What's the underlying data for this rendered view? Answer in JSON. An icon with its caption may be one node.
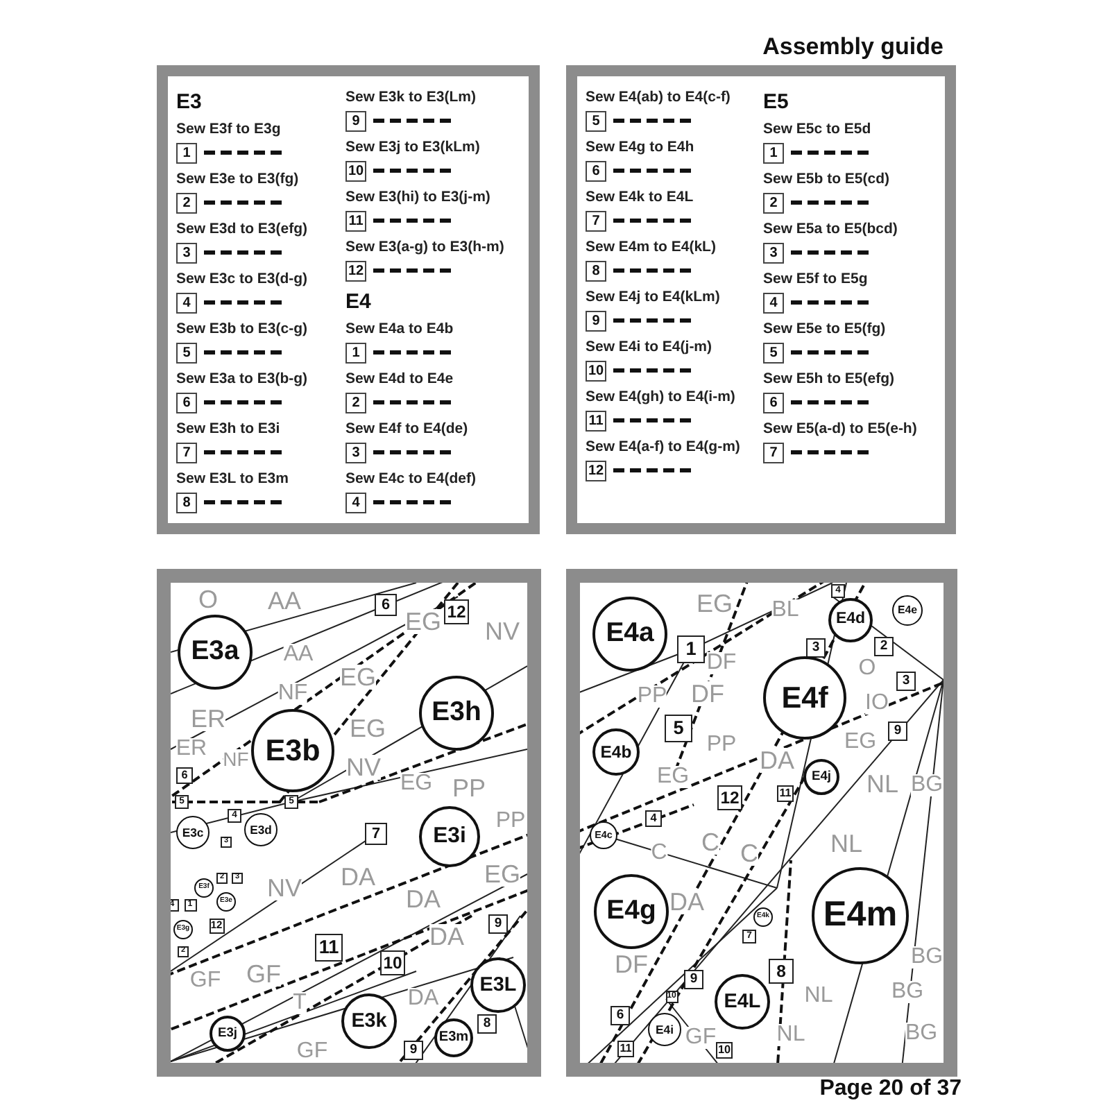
{
  "diagram": {
    "title": "Assembly guide",
    "nodes": [
      {
        "text": [],
        "shape": "box"
      },
      {
        "text": [
          "E3"
        ],
        "in": 0
      },
      {
        "text": [
          "1"
        ],
        "beside": [
          "Sew E3f to E3g"
        ],
        "in": 0
      },
      {
        "text": [
          "2"
        ],
        "beside": [
          "Sew E3e to E3(fg)"
        ],
        "in": 0
      },
      {
        "text": [
          "3"
        ],
        "beside": [
          "Sew E3d to E3(efg)"
        ],
        "in": 0
      },
      {
        "text": [
          "4"
        ],
        "beside": [
          "Sew E3c to E3(d-g)"
        ],
        "in": 0
      },
      {
        "text": [
          "5"
        ],
        "beside": [
          "Sew E3b to E3(c-g)"
        ],
        "in": 0
      },
      {
        "text": [
          "6"
        ],
        "beside": [
          "Sew E3a to E3(b-g)"
        ],
        "in": 0
      },
      {
        "text": [
          "7"
        ],
        "beside": [
          "Sew E3h to E3i"
        ],
        "in": 0
      },
      {
        "text": [
          "8"
        ],
        "beside": [
          "Sew E3L to E3m"
        ],
        "in": 0
      },
      {
        "text": [
          "9"
        ],
        "beside": [
          "Sew E3k to E3(Lm)"
        ],
        "in": 0
      },
      {
        "text": [
          "10"
        ],
        "beside": [
          "Sew E3j to E3(kLm)"
        ],
        "in": 0
      },
      {
        "text": [
          "11"
        ],
        "beside": [
          "Sew E3(hi) to E3(j-m)"
        ],
        "in": 0
      },
      {
        "text": [
          "12"
        ],
        "beside": [
          "Sew E3(a-g) to E3(h-m)"
        ],
        "in": 0
      },
      {
        "text": [
          "E4"
        ],
        "in": 0
      },
      {
        "text": [
          "1"
        ],
        "beside": [
          "Sew E4a to E4b"
        ],
        "in": 0
      },
      {
        "text": [
          "2"
        ],
        "beside": [
          "Sew E4d to E4e"
        ],
        "in": 0
      },
      {
        "text": [
          "3"
        ],
        "beside": [
          "Sew E4f to E4(de)"
        ],
        "in": 0
      },
      {
        "text": [
          "4"
        ],
        "beside": [
          "Sew E4c to E4(def)"
        ],
        "in": 0
      },
      {
        "text": [],
        "shape": "box"
      },
      {
        "text": [
          "5"
        ],
        "beside": [
          "Sew E4(ab) to E4(c-f)"
        ],
        "in": 19
      },
      {
        "text": [
          "6"
        ],
        "beside": [
          "Sew E4g to E4h"
        ],
        "in": 19
      },
      {
        "text": [
          "7"
        ],
        "beside": [
          "Sew E4k to E4L"
        ],
        "in": 19
      },
      {
        "text": [
          "8"
        ],
        "beside": [
          "Sew E4m to E4(kL)"
        ],
        "in": 19
      },
      {
        "text": [
          "9"
        ],
        "beside": [
          "Sew E4j to E4(kLm)"
        ],
        "in": 19
      },
      {
        "text": [
          "10"
        ],
        "beside": [
          "Sew E4i to E4(j-m)"
        ],
        "in": 19
      },
      {
        "text": [
          "11"
        ],
        "beside": [
          "Sew E4(gh) to E4(i-m)"
        ],
        "in": 19
      },
      {
        "text": [
          "12"
        ],
        "beside": [
          "Sew E4(a-f) to E4(g-m)"
        ],
        "in": 19
      },
      {
        "text": [
          "E5"
        ],
        "in": 19
      },
      {
        "text": [
          "1"
        ],
        "beside": [
          "Sew E5c to E5d"
        ],
        "in": 19
      },
      {
        "text": [
          "2"
        ],
        "beside": [
          "Sew E5b to E5(cd)"
        ],
        "in": 19
      },
      {
        "text": [
          "3"
        ],
        "beside": [
          "Sew E5a to E5(bcd)"
        ],
        "in": 19
      },
      {
        "text": [
          "4"
        ],
        "beside": [
          "Sew E5f to E5g"
        ],
        "in": 19
      },
      {
        "text": [
          "5"
        ],
        "beside": [
          "Sew E5e to E5(fg)"
        ],
        "in": 19
      },
      {
        "text": [
          "6"
        ],
        "beside": [
          "Sew E5h to E5(efg)"
        ],
        "in": 19
      },
      {
        "text": [
          "7"
        ],
        "beside": [
          "Sew E5(a-d) to E5(e-h)"
        ],
        "in": 19
      },
      {
        "text": [],
        "shape": "box"
      },
      {
        "text": [
          "6"
        ],
        "in": 36
      },
      {
        "text": [
          "12"
        ],
        "in": 36
      },
      {
        "text": [
          "E3a"
        ],
        "in": 36
      },
      {
        "text": [
          "E3h"
        ],
        "in": 36
      },
      {
        "text": [
          "E3b"
        ],
        "in": 36
      },
      {
        "text": [
          "6"
        ],
        "in": 36
      },
      {
        "text": [
          "5"
        ],
        "in": 36
      },
      {
        "text": [
          "5"
        ],
        "in": 36
      },
      {
        "text": [
          "4"
        ],
        "in": 36
      },
      {
        "text": [
          "E3d"
        ],
        "in": 36
      },
      {
        "text": [
          "E3c"
        ],
        "in": 36
      },
      {
        "text": [
          "7"
        ],
        "in": 36
      },
      {
        "text": [
          "E3i"
        ],
        "in": 36
      },
      {
        "text": [
          "3"
        ],
        "in": 36
      },
      {
        "text": [
          "2"
        ],
        "in": 36
      },
      {
        "text": [
          "3"
        ],
        "in": 36
      },
      {
        "text": [
          "E3f"
        ],
        "in": 36
      },
      {
        "text": [
          "E3e"
        ],
        "in": 36
      },
      {
        "text": [
          "4"
        ],
        "in": 36
      },
      {
        "text": [
          "1"
        ],
        "in": 36
      },
      {
        "text": [
          "9"
        ],
        "in": 36
      },
      {
        "text": [
          "12"
        ],
        "in": 36
      },
      {
        "text": [
          "E3g"
        ],
        "in": 36
      },
      {
        "text": [
          "2"
        ],
        "in": 36
      },
      {
        "text": [
          "11"
        ],
        "in": 36
      },
      {
        "text": [
          "10"
        ],
        "in": 36
      },
      {
        "text": [
          "E3L"
        ],
        "in": 36
      },
      {
        "text": [
          "E3k"
        ],
        "in": 36
      },
      {
        "text": [
          "8"
        ],
        "in": 36
      },
      {
        "text": [
          "E3j"
        ],
        "in": 36
      },
      {
        "text": [
          "E3m"
        ],
        "in": 36
      },
      {
        "text": [
          "9"
        ],
        "in": 36
      },
      {
        "text": [],
        "shape": "box"
      },
      {
        "text": [
          "4"
        ],
        "in": 69
      },
      {
        "text": [
          "E4e"
        ],
        "in": 69
      },
      {
        "text": [
          "E4d"
        ],
        "in": 69
      },
      {
        "text": [
          "E4a"
        ],
        "in": 69
      },
      {
        "text": [
          "3"
        ],
        "in": 69
      },
      {
        "text": [
          "2"
        ],
        "in": 69
      },
      {
        "text": [
          "1"
        ],
        "in": 69
      },
      {
        "text": [
          "3"
        ],
        "in": 69
      },
      {
        "text": [
          "E4f"
        ],
        "in": 69
      },
      {
        "text": [
          "5"
        ],
        "in": 69
      },
      {
        "text": [
          "9"
        ],
        "in": 69
      },
      {
        "text": [
          "E4b"
        ],
        "in": 69
      },
      {
        "text": [
          "E4j"
        ],
        "in": 69
      },
      {
        "text": [
          "11"
        ],
        "in": 69
      },
      {
        "text": [
          "12"
        ],
        "in": 69
      },
      {
        "text": [
          "4"
        ],
        "in": 69
      },
      {
        "text": [
          "E4c"
        ],
        "in": 69
      },
      {
        "text": [
          "E4g"
        ],
        "in": 69
      },
      {
        "text": [
          "E4m"
        ],
        "in": 69
      },
      {
        "text": [
          "E4k"
        ],
        "in": 69
      },
      {
        "text": [
          "7"
        ],
        "in": 69
      },
      {
        "text": [
          "8"
        ],
        "in": 69
      },
      {
        "text": [
          "9"
        ],
        "in": 69
      },
      {
        "text": [
          "10"
        ],
        "in": 69
      },
      {
        "text": [
          "E4L"
        ],
        "in": 69
      },
      {
        "text": [
          "6"
        ],
        "in": 69
      },
      {
        "text": [
          "E4i"
        ],
        "in": 69
      },
      {
        "text": [
          "11"
        ],
        "in": 69
      },
      {
        "text": [
          "10"
        ],
        "in": 69
      }
    ],
    "labels": [
      "Page 20 of 37",
      "O",
      "AA",
      "AA",
      "EG",
      "ER",
      "ER",
      "NF",
      "EG",
      "EG",
      "NV",
      "NF",
      "NV",
      "EG",
      "PP",
      "PP",
      "NV",
      "DA",
      "DA",
      "EG",
      "DA",
      "GF",
      "GF",
      "T",
      "DA",
      "GF",
      "EG",
      "BL",
      "DF",
      "PP",
      "DF",
      "PP",
      "DA",
      "IO",
      "O",
      "EG",
      "EG",
      "NL",
      "BG",
      "C",
      "C",
      "NL",
      "C",
      "DA",
      "DF",
      "GF",
      "NL",
      "NL",
      "BG",
      "BG",
      "BG"
    ]
  }
}
